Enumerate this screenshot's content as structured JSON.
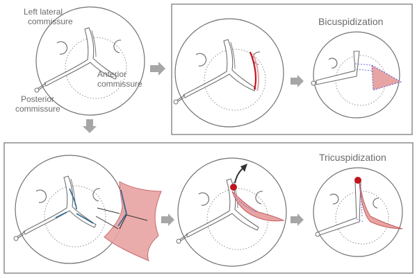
{
  "labels": {
    "left_lateral": [
      "Left lateral",
      "commissure"
    ],
    "anterior": [
      "Anterior",
      "commissure"
    ],
    "posterior": [
      "Posterior",
      "commissure"
    ]
  },
  "panels": {
    "bicuspidization": "Bicuspidization",
    "tricuspidization": "Tricuspidization"
  },
  "colors": {
    "outline": "#707070",
    "arrow": "#a6a6a6",
    "tissue_fill": "#e8a3a3",
    "tissue_edge": "#c05a5a",
    "suture": "#6b6bd6",
    "highlight_red": "#c0151f",
    "blue_arrow": "#2d6a96",
    "dark_arrow": "#333333"
  }
}
